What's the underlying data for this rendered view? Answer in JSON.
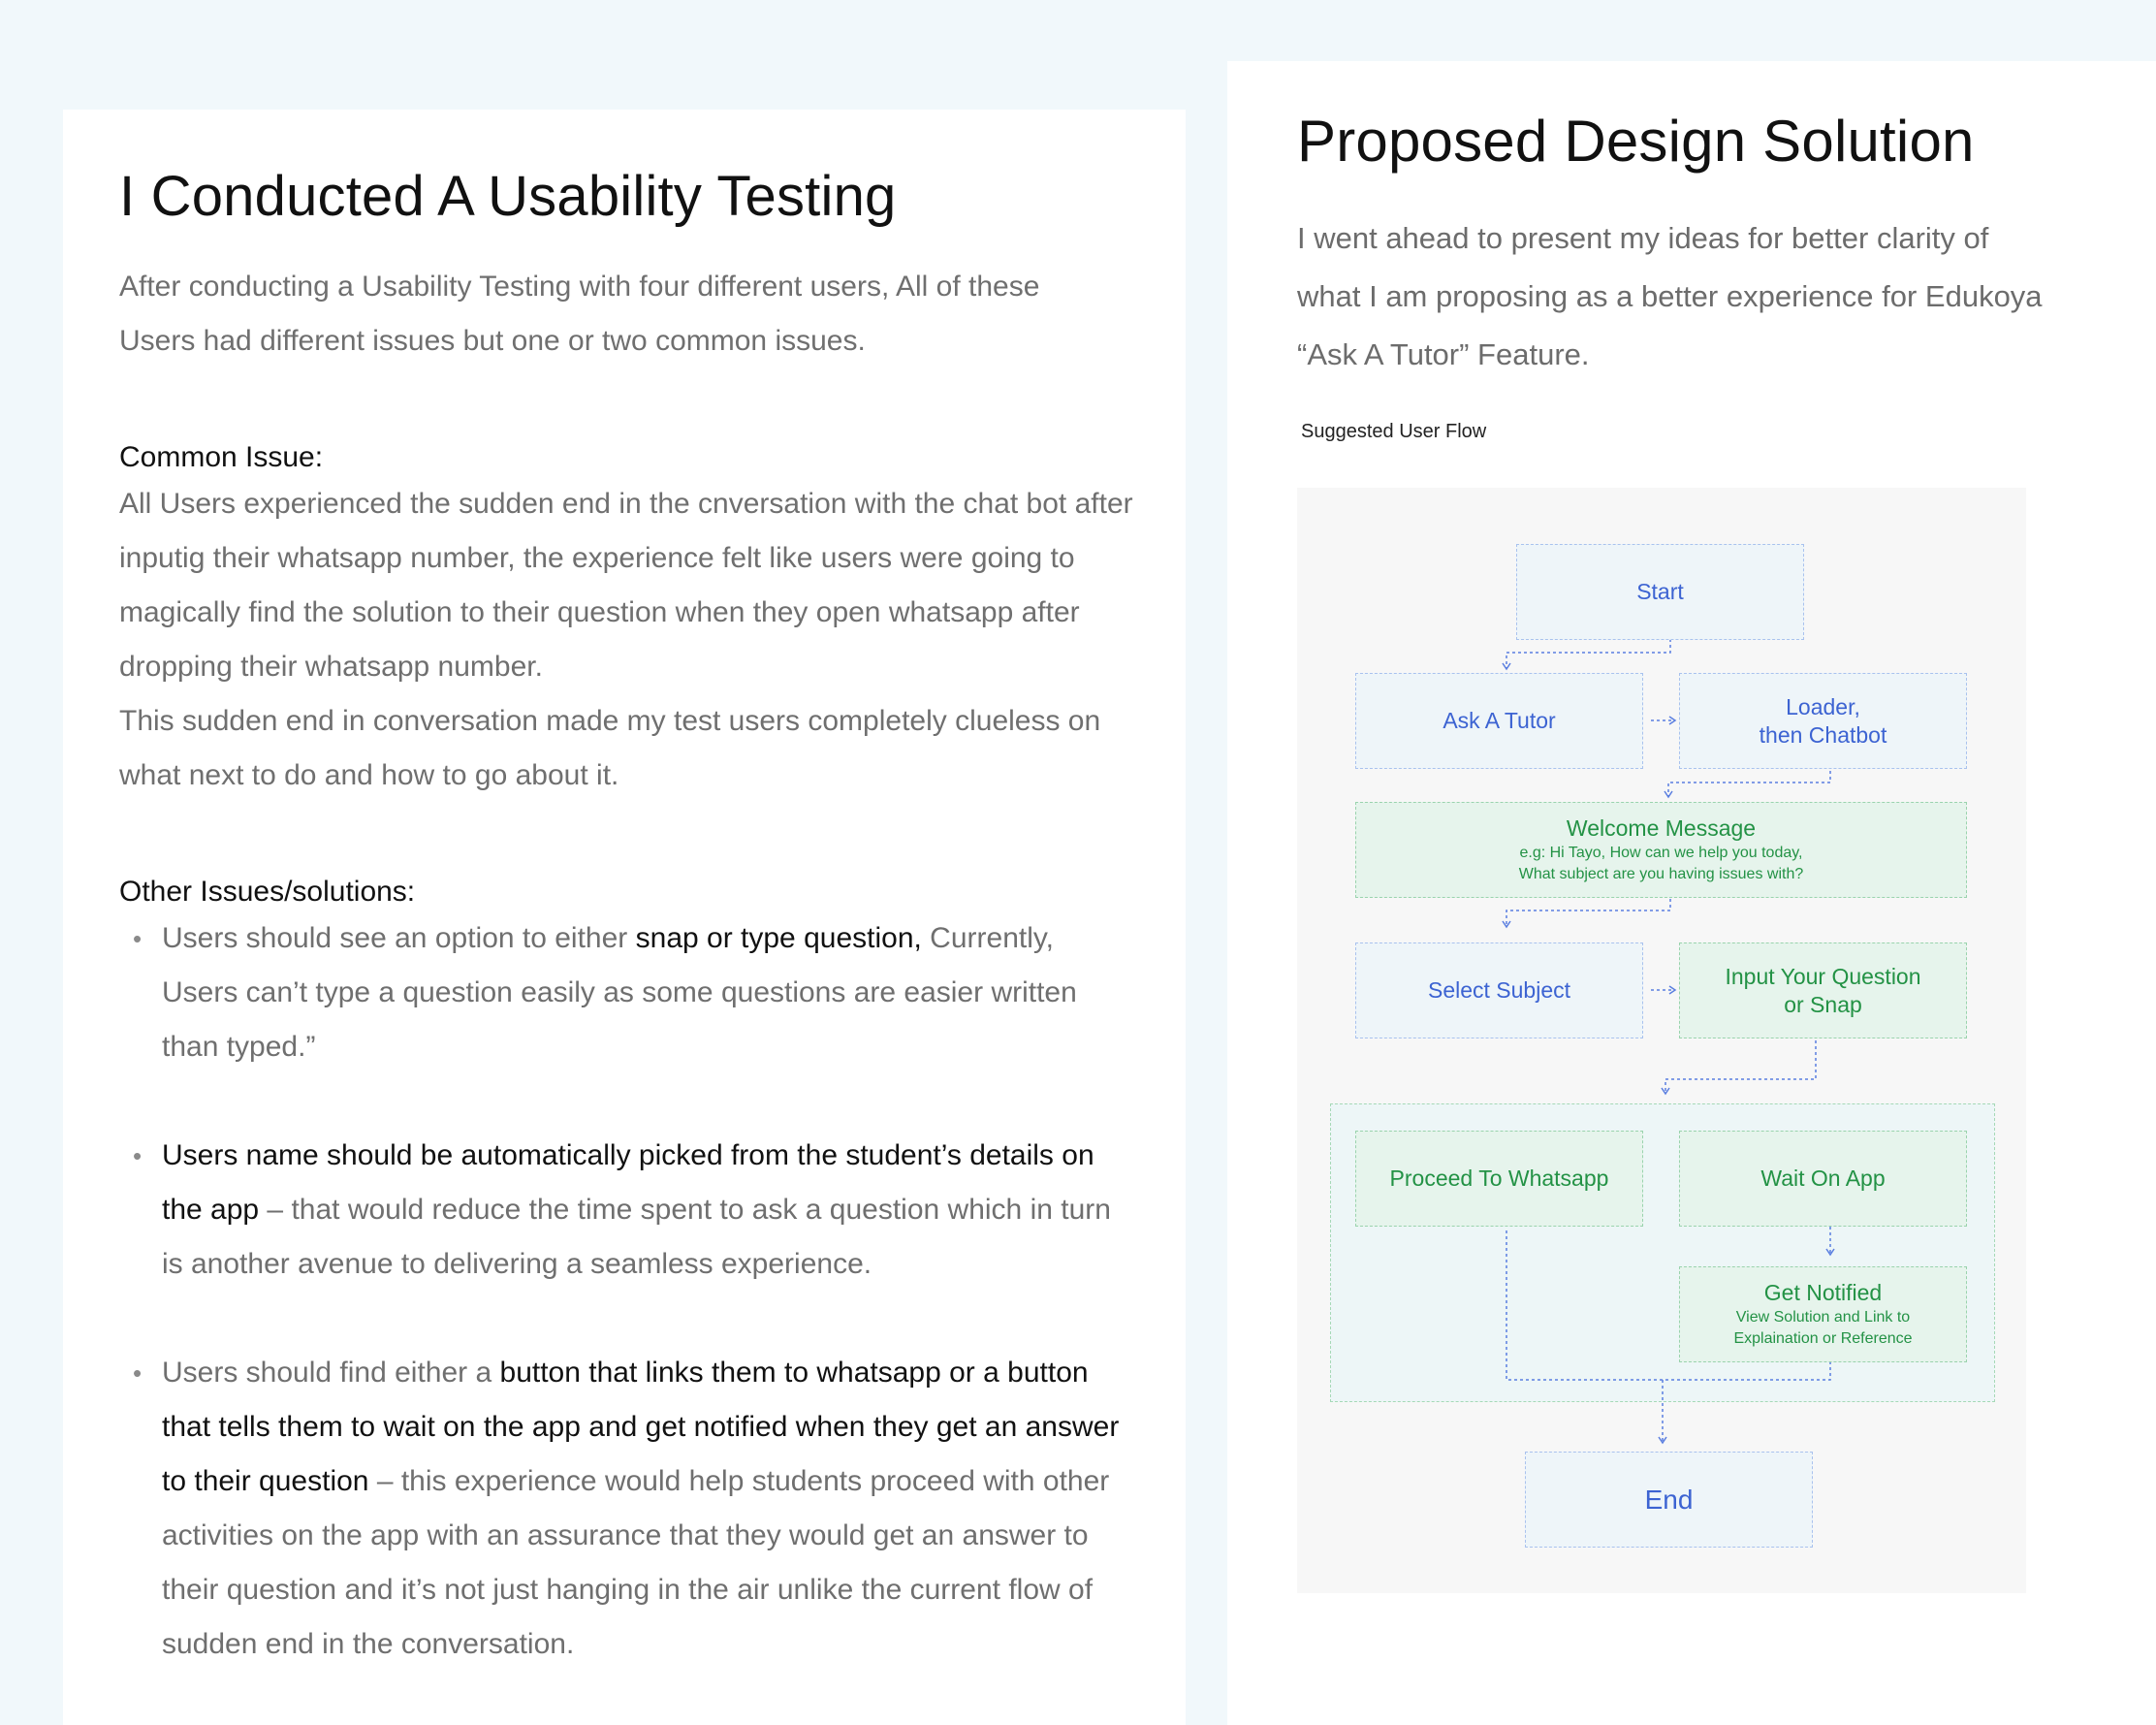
{
  "left": {
    "title": "I Conducted A Usability Testing",
    "intro": "After conducting a Usability Testing with four different users, All of these Users had different issues but one or two common issues.",
    "common_issue_heading": "Common Issue:",
    "common_issue_paragraphs": [
      "All Users experienced the sudden end in the cnversation with the chat bot after inputig their  whatsapp number, the experience felt like users were going to magically find the solution to their question when they open whatsapp after dropping their whatsapp number.",
      "This sudden end in conversation made my test users completely clueless on what next to do and how to go about it."
    ],
    "other_heading": "Other Issues/solutions:",
    "bullets": [
      {
        "pre": "Users should see an option to either ",
        "em": "snap or type question,",
        "post": " Currently, Users can’t type a question easily as some questions are easier written than typed.”"
      },
      {
        "pre": "",
        "em": "Users  name should be automatically picked from the student’s details on the app",
        "post": " – that would reduce the time spent to ask a question which in turn is another avenue to delivering a seamless experience."
      },
      {
        "pre": "Users should find either a ",
        "em": "button that links them to whatsapp or a button that tells them to wait on the app and get notified when they get an answer to their question",
        "post": " – this experience would help  students proceed with other activities on the app with an assurance that they would get an answer to their question and it’s not just hanging in the air unlike the current flow of sudden end in the conversation."
      }
    ]
  },
  "right": {
    "title": "Proposed Design Solution",
    "intro": "I went ahead to present my ideas for better clarity of what I am proposing as a better experience for Edukoya “Ask A Tutor” Feature.",
    "flow_caption": "Suggested User Flow",
    "flow": {
      "start": "Start",
      "ask_tutor": "Ask A Tutor",
      "loader_line1": "Loader,",
      "loader_line2": "then Chatbot",
      "welcome_title": "Welcome Message",
      "welcome_line1": "e.g: Hi Tayo, How can we help you today,",
      "welcome_line2": "What subject are you having issues with?",
      "select_subject": "Select Subject",
      "input_line1": "Input Your Question",
      "input_line2": "or Snap",
      "proceed_whatsapp": "Proceed To Whatsapp",
      "wait_on_app": "Wait On App",
      "notified_title": "Get Notified",
      "notified_line1": "View Solution and Link to",
      "notified_line2": "Explaination or Reference",
      "end": "End"
    },
    "colors": {
      "blue_text": "#3c63d2",
      "green_text": "#239245",
      "blue_border": "#a9c2ee",
      "green_border": "#9ad3ad"
    }
  }
}
